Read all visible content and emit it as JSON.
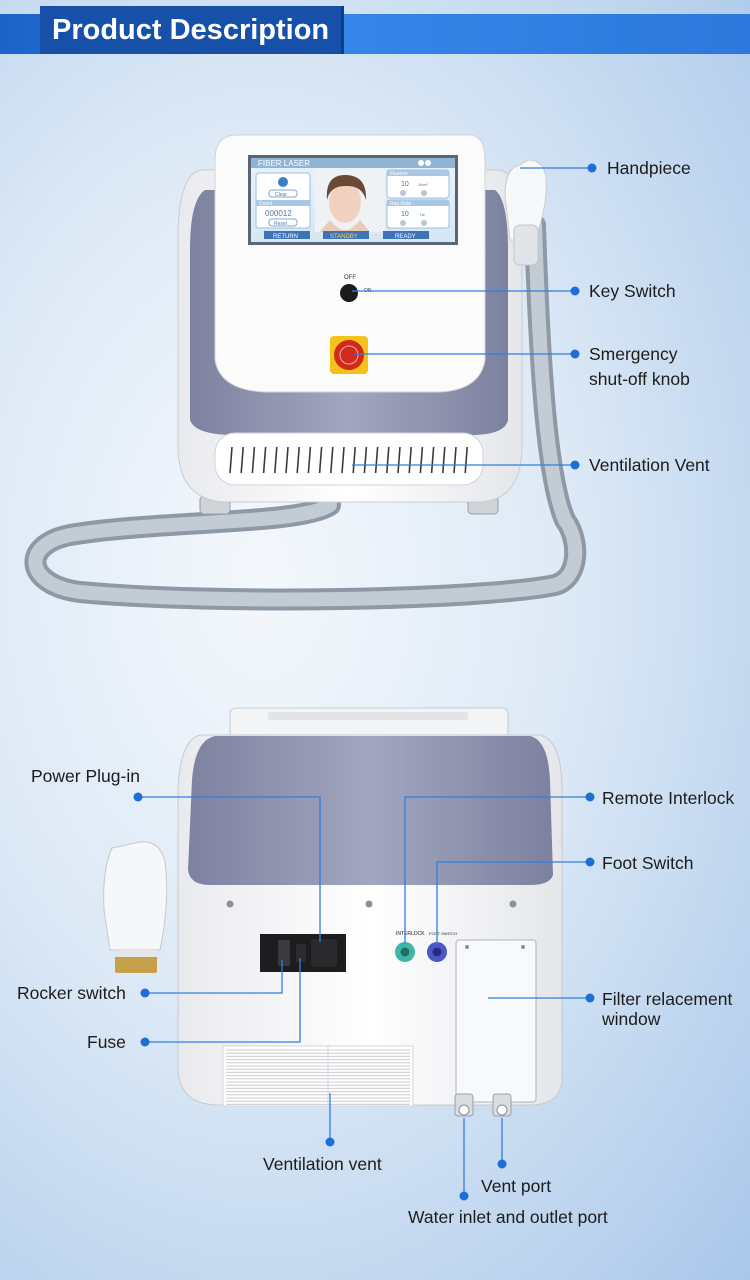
{
  "header": {
    "title": "Product Description"
  },
  "front_view": {
    "screen": {
      "brand": "FIBER LASER",
      "left_count_label": "Count",
      "left_count_value": "000012",
      "left_btn_1": "Clear",
      "left_btn_2": "Reset",
      "right_label_1": "Fluence",
      "right_value_1": "10",
      "right_unit_1": "J/cm²",
      "right_label_2": "Rep Rate",
      "right_value_2": "10",
      "right_unit_2": "Hz",
      "buttons": [
        "RETURN",
        "STANDBY",
        "READY"
      ]
    },
    "device_labels": {
      "off": "OFF",
      "on": "ON"
    },
    "callouts": [
      {
        "id": "handpiece",
        "text": "Handpiece"
      },
      {
        "id": "key-switch",
        "text": "Key Switch"
      },
      {
        "id": "emergency-knob",
        "lines": [
          "Smergency",
          "shut-off knob"
        ]
      },
      {
        "id": "ventilation-vent",
        "text": "Ventilation  Vent"
      }
    ]
  },
  "back_view": {
    "device_labels": {
      "interlock": "INTERLOCK",
      "foot_switch": "FOOT SWITCH"
    },
    "callouts": [
      {
        "id": "power-plug-in",
        "text": "Power Plug-in"
      },
      {
        "id": "remote-interlock",
        "text": "Remote Interlock"
      },
      {
        "id": "foot-switch",
        "text": "Foot Switch"
      },
      {
        "id": "rocker-switch",
        "text": "Rocker switch"
      },
      {
        "id": "filter-replacement-window",
        "lines": [
          "Filter relacement",
          "window"
        ]
      },
      {
        "id": "fuse",
        "text": "Fuse"
      },
      {
        "id": "ventilation-vent-back",
        "text": "Ventilation vent"
      },
      {
        "id": "vent-port",
        "text": "Vent port"
      },
      {
        "id": "water-port",
        "text": "Water inlet and outlet port"
      }
    ]
  },
  "colors": {
    "accent": "#1d6fd6",
    "line": "#2f7fe0",
    "body": "#f2f3f5",
    "panel": "#8d92ad"
  }
}
